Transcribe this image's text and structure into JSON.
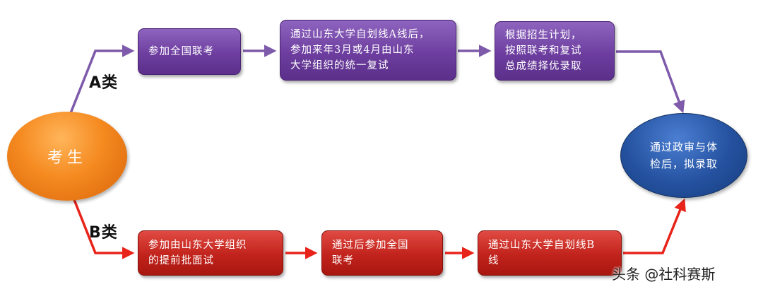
{
  "diagram": {
    "start": {
      "label": "考生"
    },
    "end": {
      "lines": [
        "通过政审与体",
        "检后，拟录取"
      ]
    },
    "branch_a": {
      "label": "A类",
      "color": "#7e5aaa",
      "steps": [
        {
          "lines": [
            "参加全国联考"
          ]
        },
        {
          "lines": [
            "通过山东大学自划线A线后，",
            "参加来年3月或4月由山东",
            "大学组织的统一复试"
          ]
        },
        {
          "lines": [
            "根据招生计划，",
            "按照联考和复试",
            "总成绩择优录取"
          ]
        }
      ]
    },
    "branch_b": {
      "label": "B类",
      "color": "#e8231a",
      "steps": [
        {
          "lines": [
            "参加由山东大学组织",
            "的提前批面试"
          ]
        },
        {
          "lines": [
            "通过后参加全国",
            "联考"
          ]
        },
        {
          "lines": [
            "通过山东大学自划线B",
            "线"
          ]
        }
      ]
    }
  },
  "watermark": "头条 @社科赛斯"
}
